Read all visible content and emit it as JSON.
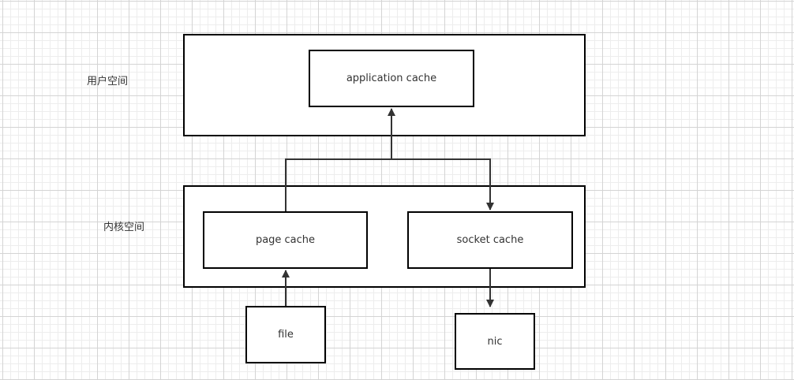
{
  "regions": {
    "user_space": "用户空间",
    "kernel_space": "内核空间"
  },
  "nodes": {
    "application_cache": "application cache",
    "page_cache": "page cache",
    "socket_cache": "socket cache",
    "file": "file",
    "nic": "nic"
  },
  "edges": [
    {
      "from": "file",
      "to": "page_cache"
    },
    {
      "from": "page_cache",
      "to": "application_cache"
    },
    {
      "from": "application_cache",
      "to": "socket_cache"
    },
    {
      "from": "socket_cache",
      "to": "nic"
    }
  ]
}
